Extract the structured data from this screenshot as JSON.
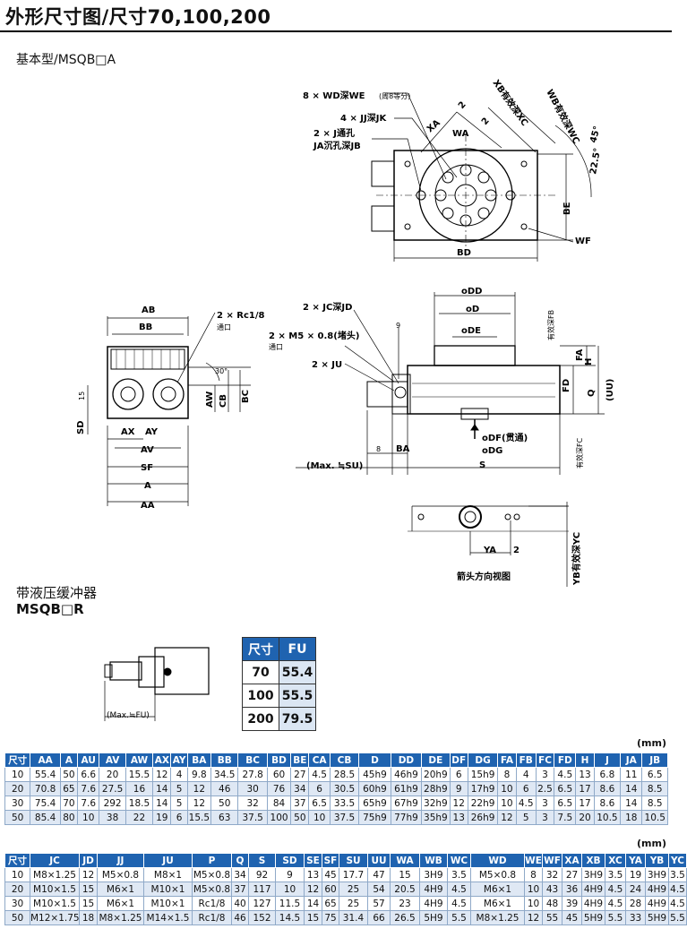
{
  "title": "外形尺寸图/尺寸70,100,200",
  "section_basic": "基本型/MSQB□A",
  "section_hydraulic_cn": "带液压缓冲器",
  "section_hydraulic_model": "MSQB□R",
  "drawing_top": {
    "wd": "8 × WD深WE",
    "wd_note": "(周8等分)",
    "jj": "4 × JJ深JK",
    "j": "2 × J通孔",
    "ja": "JA沉孔深JB",
    "xb": "XB有效深XC",
    "wb": "WB有效深WC",
    "xa": "XA",
    "wa": "WA",
    "two": "2",
    "deg45": "45°",
    "deg225": "22.5°",
    "be": "BE",
    "wf": "WF",
    "bd": "BD"
  },
  "drawing_left": {
    "ab": "AB",
    "bb": "BB",
    "rc": "2 × Rc1/8",
    "rc_note": "通口",
    "deg30": "30°",
    "n15": "15",
    "sd": "SD",
    "aw": "AW",
    "cb": "CB",
    "bc": "BC",
    "ax": "AX",
    "ay": "AY",
    "av": "AV",
    "sf": "SF",
    "a": "A",
    "aa": "AA"
  },
  "drawing_side": {
    "odd": "oDD",
    "od": "oD",
    "ode": "oDE",
    "jc": "2 × JC深JD",
    "m5": "2 × M5 × 0.8(堵头)",
    "m5_note": "通口",
    "ju": "2 × JU",
    "n9": "9",
    "fb": "有效深FB",
    "fa": "FA",
    "h": "H",
    "fd": "FD",
    "q": "Q",
    "uu": "(UU)",
    "odf": "oDF(贯通)",
    "odg": "oDG",
    "fc": "有效深FC",
    "n8": "8",
    "ba": "BA",
    "max_su": "(Max. ≒SU)",
    "s": "S"
  },
  "drawing_arrow": {
    "ya": "YA",
    "two": "2",
    "yb": "YB有效深YC",
    "caption": "箭头方向视图"
  },
  "drawing_hyd": {
    "max_fu": "(Max.≒FU)"
  },
  "fu_table": {
    "headers": [
      "尺寸",
      "FU"
    ],
    "rows": [
      [
        "70",
        "55.4"
      ],
      [
        "100",
        "55.5"
      ],
      [
        "200",
        "79.5"
      ]
    ]
  },
  "unit": "(mm)",
  "table1": {
    "headers": [
      "尺寸",
      "AA",
      "A",
      "AU",
      "AV",
      "AW",
      "AX",
      "AY",
      "BA",
      "BB",
      "BC",
      "BD",
      "BE",
      "CA",
      "CB",
      "D",
      "DD",
      "DE",
      "DF",
      "DG",
      "FA",
      "FB",
      "FC",
      "FD",
      "H",
      "J",
      "JA",
      "JB"
    ],
    "rows": [
      [
        "10",
        "55.4",
        "50",
        "6.6",
        "20",
        "15.5",
        "12",
        "4",
        "9.8",
        "34.5",
        "27.8",
        "60",
        "27",
        "4.5",
        "28.5",
        "45h9",
        "46h9",
        "20h9",
        "6",
        "15h9",
        "8",
        "4",
        "3",
        "4.5",
        "13",
        "6.8",
        "11",
        "6.5"
      ],
      [
        "20",
        "70.8",
        "65",
        "7.6",
        "27.5",
        "16",
        "14",
        "5",
        "12",
        "46",
        "30",
        "76",
        "34",
        "6",
        "30.5",
        "60h9",
        "61h9",
        "28h9",
        "9",
        "17h9",
        "10",
        "6",
        "2.5",
        "6.5",
        "17",
        "8.6",
        "14",
        "8.5"
      ],
      [
        "30",
        "75.4",
        "70",
        "7.6",
        "292",
        "18.5",
        "14",
        "5",
        "12",
        "50",
        "32",
        "84",
        "37",
        "6.5",
        "33.5",
        "65h9",
        "67h9",
        "32h9",
        "12",
        "22h9",
        "10",
        "4.5",
        "3",
        "6.5",
        "17",
        "8.6",
        "14",
        "8.5"
      ],
      [
        "50",
        "85.4",
        "80",
        "10",
        "38",
        "22",
        "19",
        "6",
        "15.5",
        "63",
        "37.5",
        "100",
        "50",
        "10",
        "37.5",
        "75h9",
        "77h9",
        "35h9",
        "13",
        "26h9",
        "12",
        "5",
        "3",
        "7.5",
        "20",
        "10.5",
        "18",
        "10.5"
      ]
    ]
  },
  "table2": {
    "headers": [
      "尺寸",
      "JC",
      "JD",
      "JJ",
      "JU",
      "P",
      "Q",
      "S",
      "SD",
      "SE",
      "SF",
      "SU",
      "UU",
      "WA",
      "WB",
      "WC",
      "WD",
      "WE",
      "WF",
      "XA",
      "XB",
      "XC",
      "YA",
      "YB",
      "YC"
    ],
    "rows": [
      [
        "10",
        "M8×1.25",
        "12",
        "M5×0.8",
        "M8×1",
        "M5×0.8",
        "34",
        "92",
        "9",
        "13",
        "45",
        "17.7",
        "47",
        "15",
        "3H9",
        "3.5",
        "M5×0.8",
        "8",
        "32",
        "27",
        "3H9",
        "3.5",
        "19",
        "3H9",
        "3.5"
      ],
      [
        "20",
        "M10×1.5",
        "15",
        "M6×1",
        "M10×1",
        "M5×0.8",
        "37",
        "117",
        "10",
        "12",
        "60",
        "25",
        "54",
        "20.5",
        "4H9",
        "4.5",
        "M6×1",
        "10",
        "43",
        "36",
        "4H9",
        "4.5",
        "24",
        "4H9",
        "4.5"
      ],
      [
        "30",
        "M10×1.5",
        "15",
        "M6×1",
        "M10×1",
        "Rc1/8",
        "40",
        "127",
        "11.5",
        "14",
        "65",
        "25",
        "57",
        "23",
        "4H9",
        "4.5",
        "M6×1",
        "10",
        "48",
        "39",
        "4H9",
        "4.5",
        "28",
        "4H9",
        "4.5"
      ],
      [
        "50",
        "M12×1.75",
        "18",
        "M8×1.25",
        "M14×1.5",
        "Rc1/8",
        "46",
        "152",
        "14.5",
        "15",
        "75",
        "31.4",
        "66",
        "26.5",
        "5H9",
        "5.5",
        "M8×1.25",
        "12",
        "55",
        "45",
        "5H9",
        "5.5",
        "33",
        "5H9",
        "5.5"
      ]
    ]
  }
}
